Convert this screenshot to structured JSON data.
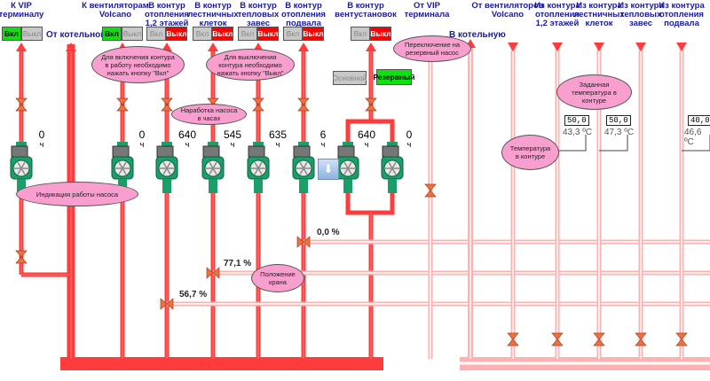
{
  "headers_left": [
    {
      "text": "К VIP\nтерминалу"
    },
    {
      "text": "К вентиляторам\nVolcano"
    },
    {
      "text": "В контур\nотопления\n1,2 этажей"
    },
    {
      "text": "В контур\nлестничных\nклеток"
    },
    {
      "text": "В контур\nтепловых\nзавес"
    },
    {
      "text": "В контур\nотопления\nподвала"
    },
    {
      "text": "В контур\nвентустановок"
    },
    {
      "text": "От VIP\nтерминала"
    }
  ],
  "headers_right": [
    {
      "text": "От вентиляторов\nVolcano"
    },
    {
      "text": "Из контура\nотопления\n1,2 этажей"
    },
    {
      "text": "Из контура\nлестничных\nклеток"
    },
    {
      "text": "Из контура\nтепловых\nзавес"
    },
    {
      "text": "Из контура\nотопления\nподвала"
    }
  ],
  "labels": {
    "from_boiler": "От котельной",
    "to_boiler": "В котельную"
  },
  "switches": [
    {
      "on": "Вкл",
      "off": "Выкл",
      "state": "on"
    },
    {
      "on": "Вкл",
      "off": "Выкл",
      "state": "on"
    },
    {
      "on": "Вкл",
      "off": "Выкл",
      "state": "off"
    },
    {
      "on": "Вкл",
      "off": "Выкл",
      "state": "off"
    },
    {
      "on": "Вкл",
      "off": "Выкл",
      "state": "off"
    },
    {
      "on": "Вкл",
      "off": "Выкл",
      "state": "off"
    },
    {
      "on": "Вкл",
      "off": "Выкл",
      "state": "off"
    }
  ],
  "pump_select": {
    "main": "Основной",
    "reserve": "Резервный",
    "active": "reserve"
  },
  "pumps": [
    {
      "hours": "0",
      "unit": "ч"
    },
    {
      "hours": "0",
      "unit": "ч"
    },
    {
      "hours": "640",
      "unit": "ч"
    },
    {
      "hours": "545",
      "unit": "ч"
    },
    {
      "hours": "635",
      "unit": "ч"
    },
    {
      "hours": "6",
      "unit": "ч"
    },
    {
      "hours": "640",
      "unit": "ч"
    },
    {
      "hours": "0",
      "unit": "ч"
    }
  ],
  "valves": [
    {
      "position": "0,0 %"
    },
    {
      "position": "77,1 %"
    },
    {
      "position": "56,7 %"
    }
  ],
  "temperatures": [
    {
      "setpoint": "50,0",
      "actual": "43,3 ºC"
    },
    {
      "setpoint": "50,0",
      "actual": "47,3 ºC"
    },
    {
      "setpoint": "40,0",
      "actual": "46,6 ºC"
    }
  ],
  "callouts": {
    "turn_on": "Для включения контура в работу необходимо нажать кнопку \"Вкл\"",
    "turn_off": "Для выключения контура необходимо нажать кнопку \"Выкл\"",
    "hours": "Наработка насоса в часах",
    "pump_indication": "Индикация работы насоса",
    "valve_position": "Положение крана",
    "reserve_switch": "Переключение на резервный насос",
    "setpoint": "Заданная температура в контуре",
    "temperature": "Температура в контуре"
  },
  "colors": {
    "pipe_hot": "#ff3b3b",
    "pipe_return": "#ffb0b0",
    "on": "#10e010",
    "off": "#ff0000",
    "callout": "#f99fcf",
    "pump": "#1a9e6a"
  }
}
